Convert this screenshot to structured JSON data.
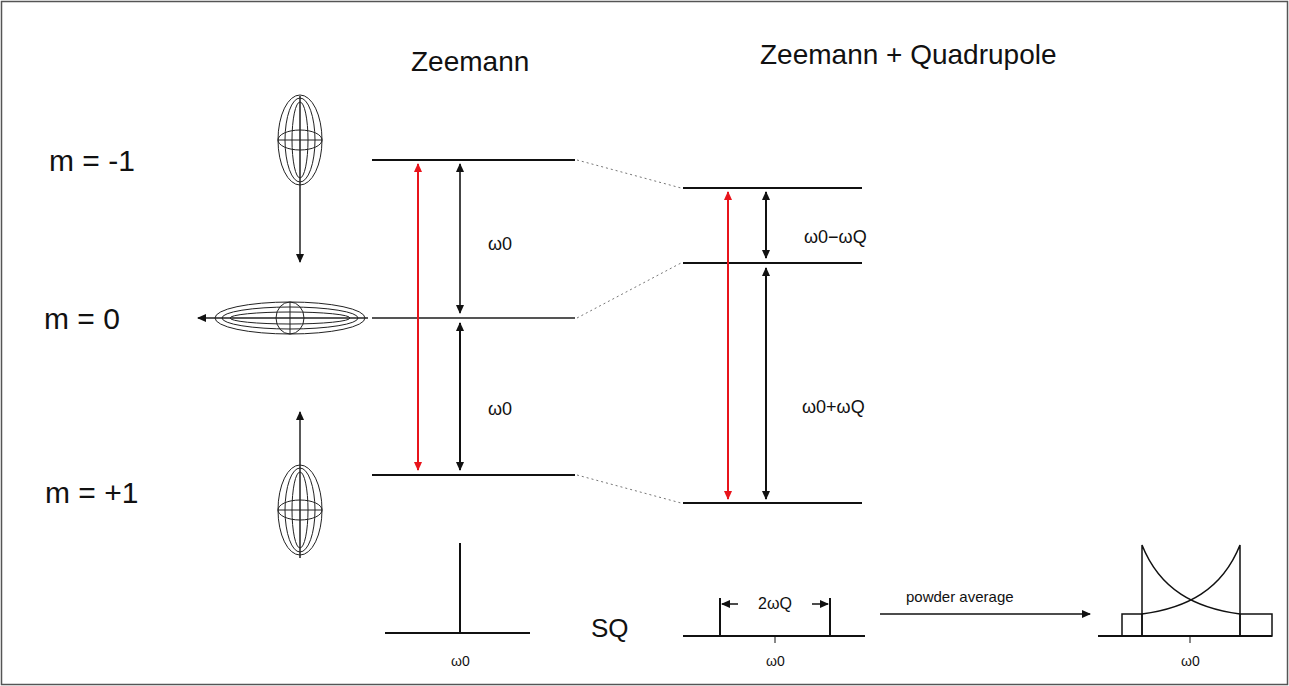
{
  "diagram": {
    "labels": [
      "Zeemann",
      "Zeemann + Quadrupole",
      "m = -1",
      "ω0",
      "ω0−ωQ",
      "m = 0",
      "ω0",
      "ω0+ωQ",
      "m = +1",
      "ω0",
      "SQ",
      "2ωQ",
      "ω0",
      "powder average",
      "ω0"
    ]
  }
}
